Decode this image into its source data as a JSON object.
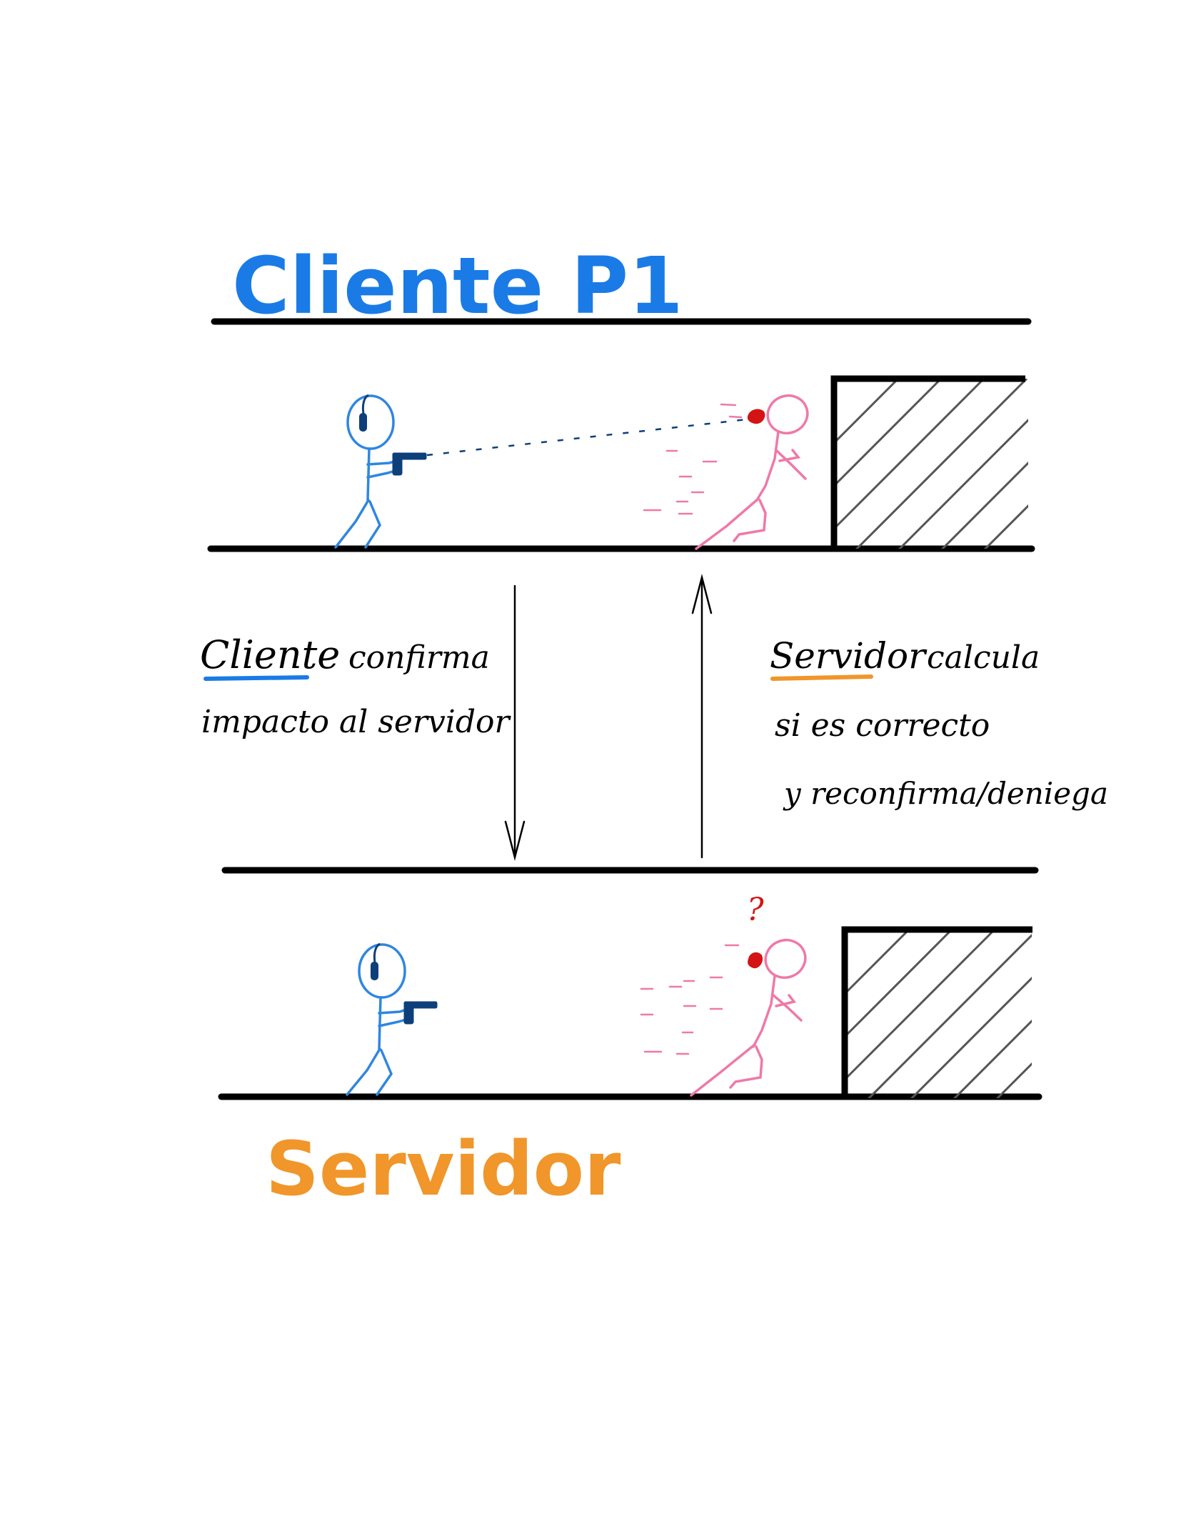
{
  "titles": {
    "client": "Cliente P1",
    "server": "Servidor"
  },
  "notes": {
    "left": {
      "keyword": "Cliente",
      "line1_rest": "confirma",
      "line2": "impacto al servidor"
    },
    "right": {
      "keyword": "Servidor",
      "line1_rest": "calcula",
      "line2": "si es correcto",
      "line3": "y reconfirma/deniega"
    }
  },
  "question_mark": "?",
  "colors": {
    "client": "#1a7be6",
    "server": "#f0962a",
    "player": "#2f86e0",
    "gun": "#0d3f7a",
    "enemy": "#ef79a8",
    "blood": "#d41414",
    "line": "#000000",
    "hatch": "#555555"
  },
  "icons": {
    "player": "stick-figure-with-headphones",
    "enemy": "stick-figure-hit",
    "wall": "hatched-wall"
  }
}
